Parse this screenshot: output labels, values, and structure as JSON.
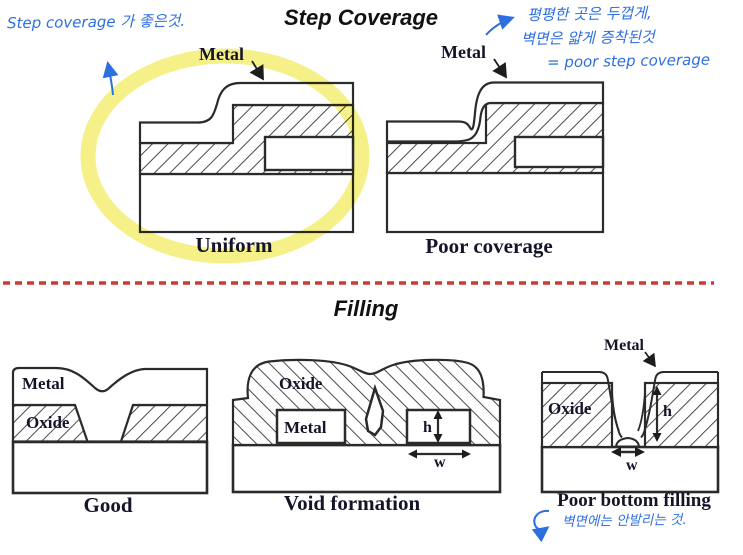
{
  "colors": {
    "ink": "#2b2b2b",
    "handwriting_blue": "#2e6fe0",
    "highlight_yellow": "#f3ec6a",
    "divider_red": "#cd3a32",
    "label_navy": "#15152a"
  },
  "titles": {
    "step_coverage": "Step Coverage",
    "filling": "Filling"
  },
  "annotations": {
    "top_left": "Step coverage 가 좋은것.",
    "top_right_line1": "평평한 곳은 두껍게,",
    "top_right_line2": "벽면은 얇게 증착된것",
    "top_right_line3": "= poor step coverage",
    "bottom_right": "벽면에는 안발리는 것."
  },
  "step_coverage_section": {
    "left": {
      "metal_label": "Metal",
      "caption": "Uniform"
    },
    "right": {
      "metal_label": "Metal",
      "caption": "Poor coverage"
    }
  },
  "filling_section": {
    "good": {
      "metal_label": "Metal",
      "oxide_label": "Oxide",
      "caption": "Good"
    },
    "void": {
      "oxide_label": "Oxide",
      "metal_label": "Metal",
      "h_label": "h",
      "w_label": "w",
      "caption": "Void formation"
    },
    "poor": {
      "metal_label": "Metal",
      "oxide_label": "Oxide",
      "h_label": "h",
      "w_label": "w",
      "caption": "Poor bottom filling"
    }
  }
}
